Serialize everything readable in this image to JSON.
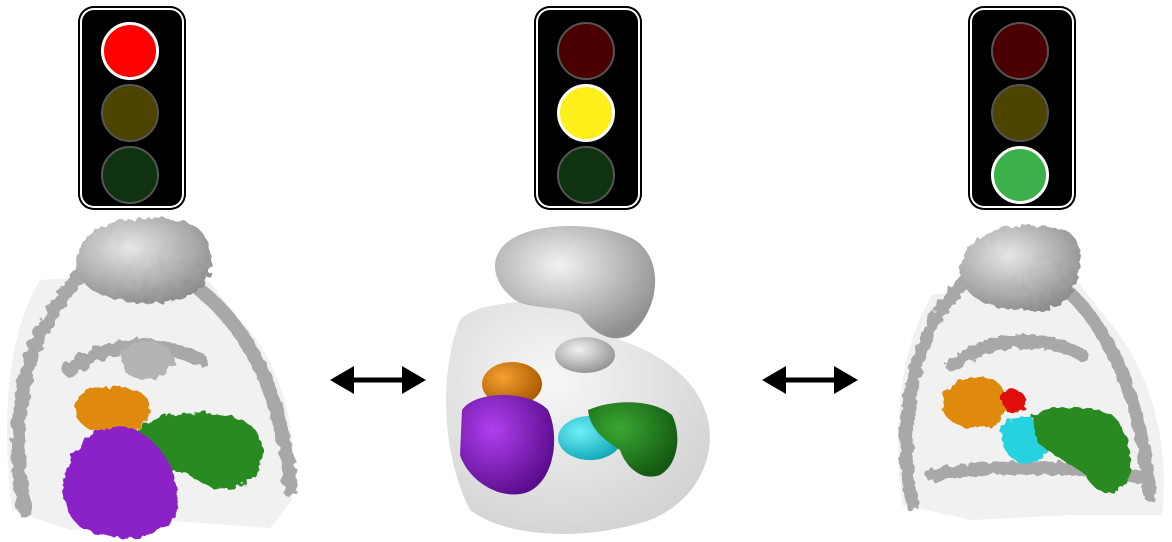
{
  "colors": {
    "red_on": "#ff0000",
    "red_off": "#4a0000",
    "yellow_on": "#ffef1a",
    "yellow_off": "#4d4400",
    "green_on": "#3cb04a",
    "green_off": "#0f3311",
    "orange": "#e08a10",
    "purple": "#8a20c8",
    "green": "#2a8a22",
    "cyan": "#28d2e0",
    "red_density": "#e01010",
    "gray_density": "#9a9a9a"
  },
  "traffic_lights": [
    {
      "position": "left",
      "active": "red"
    },
    {
      "position": "center",
      "active": "yellow"
    },
    {
      "position": "right",
      "active": "green"
    }
  ],
  "arrows": [
    {
      "icon": "double-headed-arrow-icon"
    },
    {
      "icon": "double-headed-arrow-icon"
    }
  ]
}
